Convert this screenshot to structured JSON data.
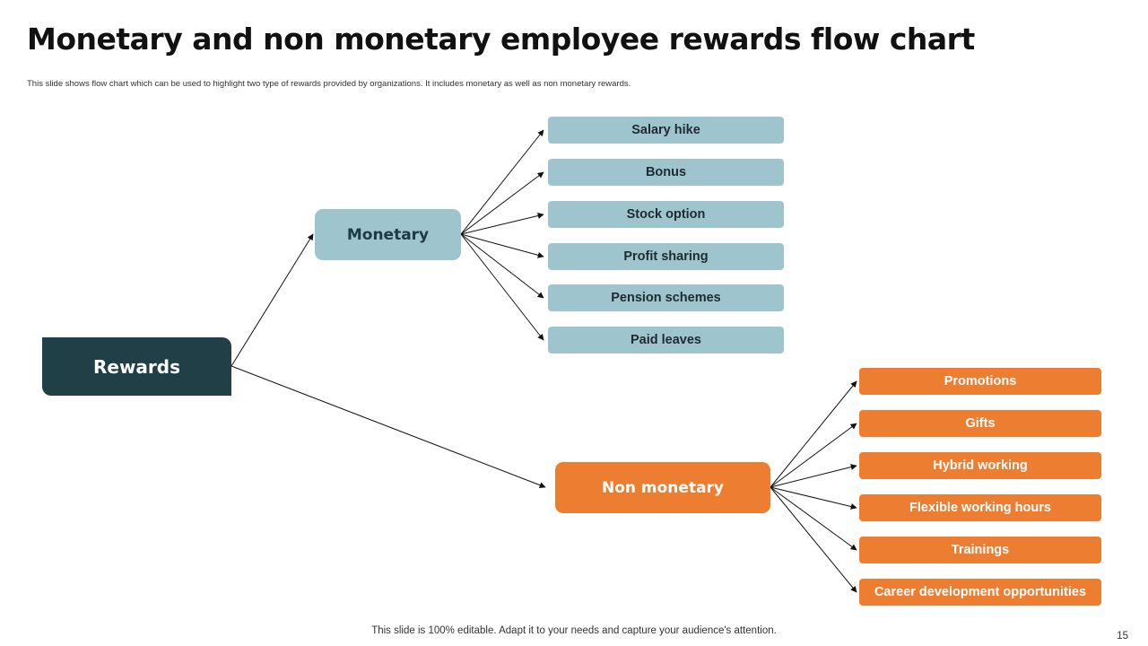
{
  "slide": {
    "title": "Monetary and non monetary employee rewards flow chart",
    "subtitle": "This slide shows flow chart which can be used to highlight  two type of rewards provided by organizations. It includes monetary as well as non monetary rewards.",
    "footer": "This slide is 100% editable. Adapt it to your needs and capture your audience's attention.",
    "page_number": "15"
  },
  "diagram": {
    "root": {
      "label": "Rewards",
      "color": "#213f47"
    },
    "monetary": {
      "label": "Monetary",
      "color": "#9ec5cd",
      "items": [
        "Salary hike",
        "Bonus",
        "Stock option",
        "Profit sharing",
        "Pension schemes",
        "Paid leaves"
      ]
    },
    "non_monetary": {
      "label": "Non monetary",
      "color": "#ed7d31",
      "items": [
        "Promotions",
        "Gifts",
        "Hybrid working",
        "Flexible working hours",
        "Trainings",
        "Career development opportunities"
      ]
    }
  }
}
